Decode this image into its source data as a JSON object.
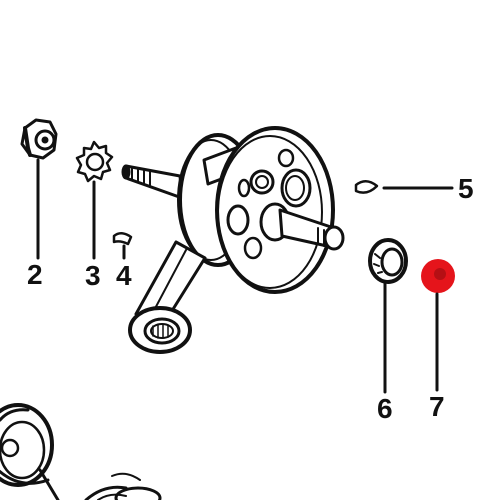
{
  "callouts": {
    "part_2": "2",
    "part_3": "3",
    "part_4": "4",
    "part_5": "5",
    "part_6": "6",
    "part_7": "7"
  },
  "colors": {
    "ink": "#111111",
    "highlight": "#e5141b",
    "paper": "#ffffff"
  }
}
